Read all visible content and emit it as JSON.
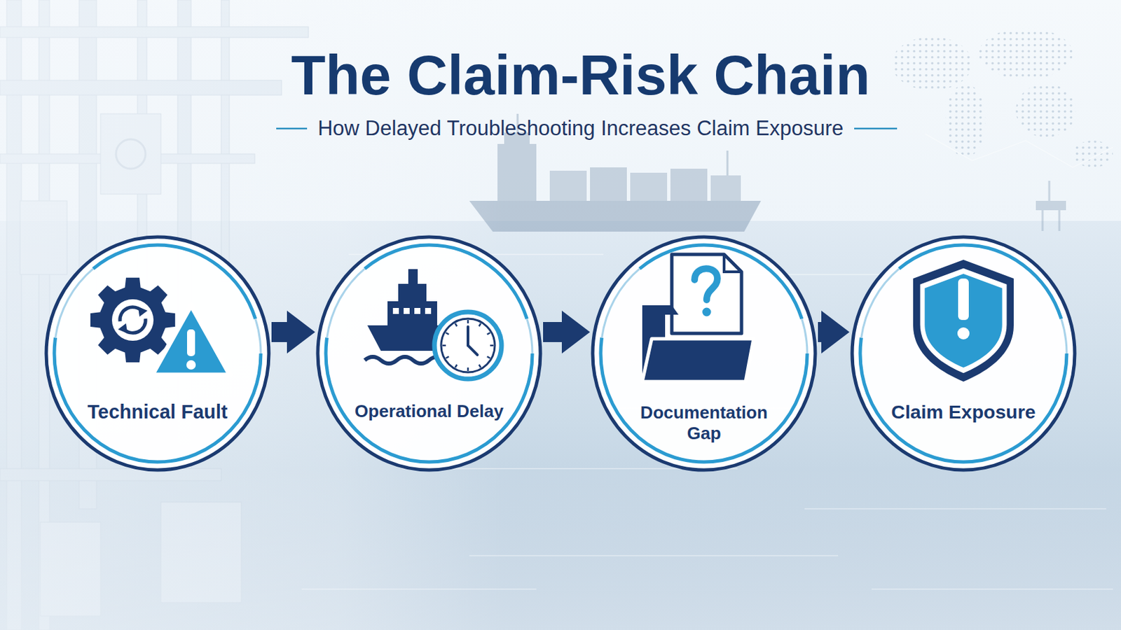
{
  "diagram": {
    "title": "The Claim-Risk Chain",
    "caption": "How Delayed Troubleshooting Increases Claim Exposure",
    "nodes": [
      {
        "text": [
          "Technical Fault"
        ]
      },
      {
        "text": [
          "Operational Delay"
        ]
      },
      {
        "text": [
          "Documentation Gap"
        ]
      },
      {
        "text": [
          "Claim Exposure"
        ]
      }
    ],
    "edges": [
      {
        "from": 0,
        "to": 1,
        "arrow": "to"
      },
      {
        "from": 1,
        "to": 2,
        "arrow": "to"
      },
      {
        "from": 2,
        "to": 3,
        "arrow": "to"
      }
    ]
  }
}
